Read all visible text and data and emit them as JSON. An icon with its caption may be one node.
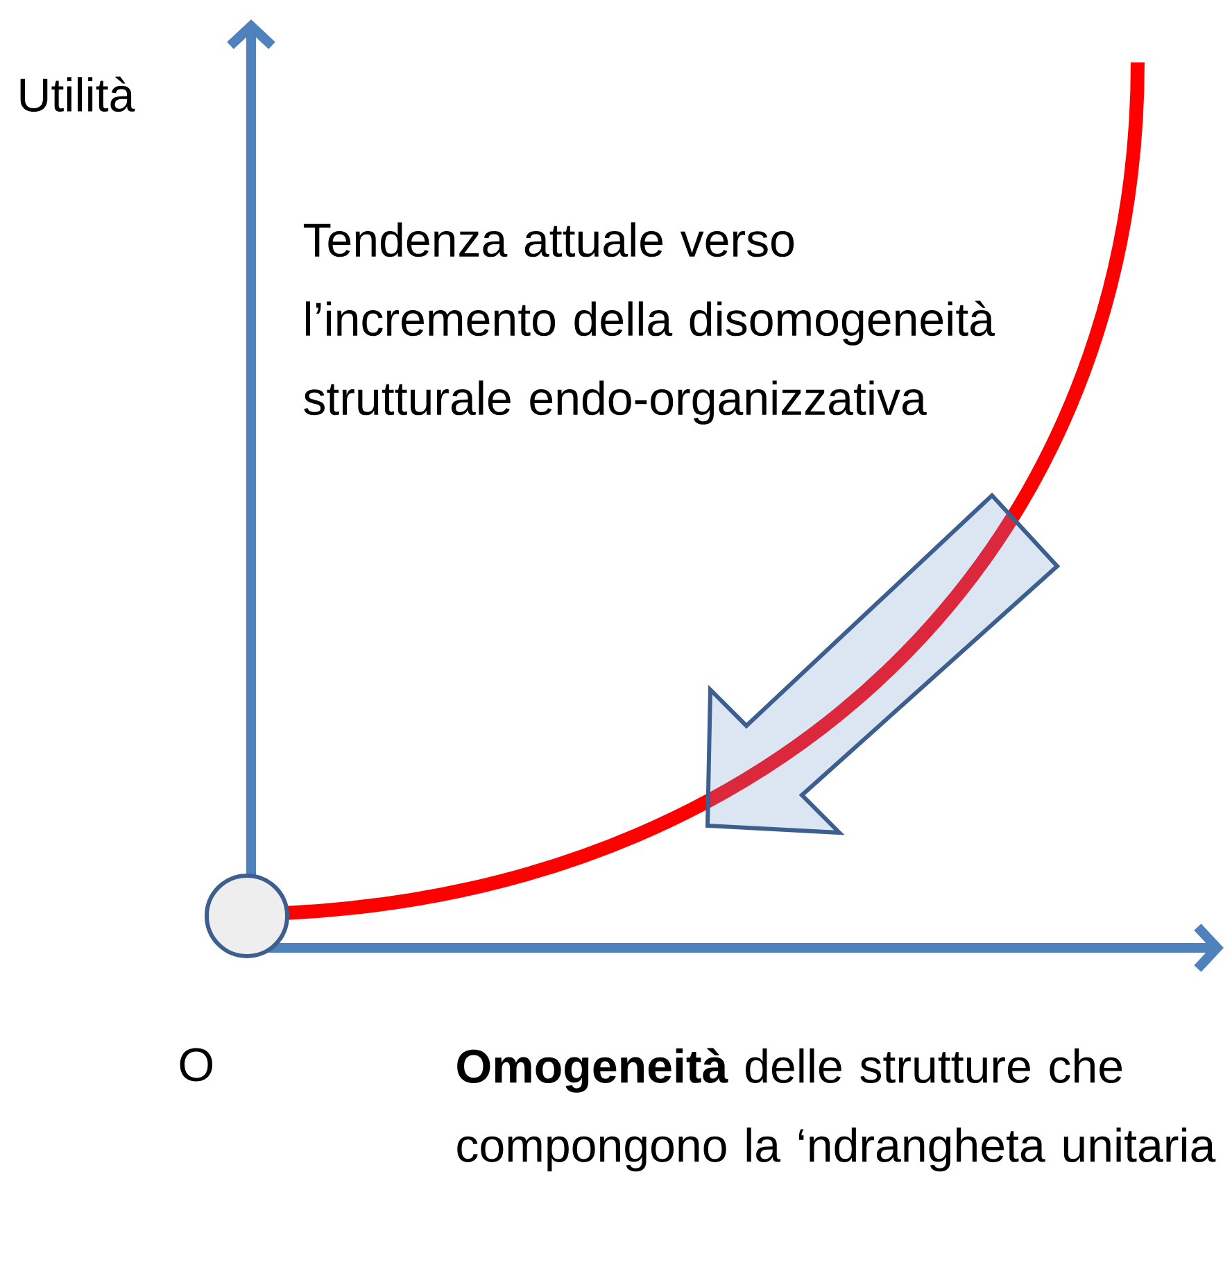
{
  "diagram": {
    "labels": [
      "Utilità",
      "Tendenza  attuale verso l’incremento della disomogeneità strutturale endo-organizzativa",
      "O",
      "**Omogeneità** delle strutture che compongono la ‘ndrangheta unitaria"
    ]
  }
}
